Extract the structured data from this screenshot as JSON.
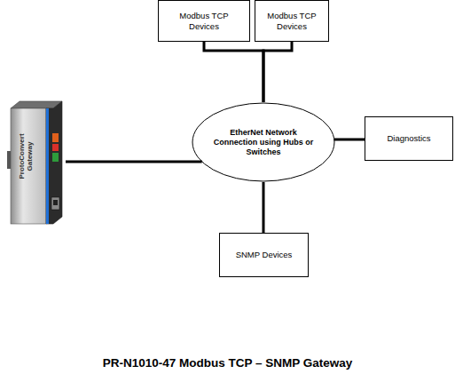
{
  "diagram": {
    "caption": "PR-N1010-47 Modbus TCP – SNMP Gateway",
    "nodes": [
      {
        "text": [
          "Modbus TCP Devices"
        ]
      },
      {
        "text": [
          "Modbus TCP Devices"
        ]
      },
      {
        "text": [
          "ProtoConvert Gateway"
        ]
      },
      {
        "text": [
          "EtherNet Network Connection using Hubs or Switches"
        ]
      },
      {
        "text": [
          "Diagnostics"
        ]
      },
      {
        "text": [
          "SNMP Devices"
        ]
      }
    ],
    "edges": [
      {
        "from": 0,
        "to": 3,
        "arrow": "none"
      },
      {
        "from": 1,
        "to": 3,
        "arrow": "none"
      },
      {
        "from": 2,
        "to": 3,
        "arrow": "none"
      },
      {
        "from": 3,
        "to": 4,
        "arrow": "none"
      },
      {
        "from": 3,
        "to": 5,
        "arrow": "none"
      }
    ]
  }
}
